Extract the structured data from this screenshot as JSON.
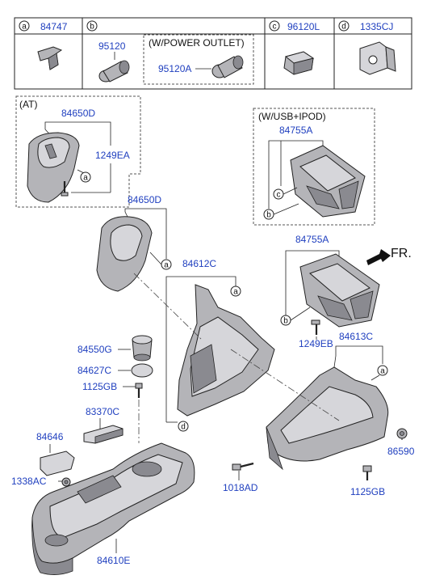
{
  "header": {
    "a": {
      "letter": "a",
      "part": "84747"
    },
    "b": {
      "letter": "b"
    },
    "c": {
      "letter": "c",
      "part": "96120L"
    },
    "d": {
      "letter": "d",
      "part": "1335CJ"
    },
    "b_part": "95120",
    "power_outlet_label": "(W/POWER OUTLET)",
    "power_outlet_part": "95120A"
  },
  "at_box": {
    "title": "(AT)",
    "shift_boot_part": "84650D",
    "bolt_part": "1249EA",
    "callout": "a"
  },
  "usb_box": {
    "title": "(W/USB+IPOD)",
    "part": "84755A",
    "callouts": [
      "c",
      "b"
    ]
  },
  "parts": {
    "p84650D": "84650D",
    "p84612C": "84612C",
    "p84755A": "84755A",
    "fr": "FR.",
    "p84550G": "84550G",
    "p84627C": "84627C",
    "p1125GB_left": "1125GB",
    "p1249EB": "1249EB",
    "p84613C": "84613C",
    "p83370C": "83370C",
    "p84646": "84646",
    "p1338AC": "1338AC",
    "p86590": "86590",
    "p1018AD": "1018AD",
    "p1125GB_right": "1125GB",
    "p84610E": "84610E"
  },
  "callouts": {
    "a": "a",
    "b": "b",
    "d": "d"
  },
  "colors": {
    "part_number": "#1f3fbf",
    "part_fill": "#b4b4b8"
  }
}
